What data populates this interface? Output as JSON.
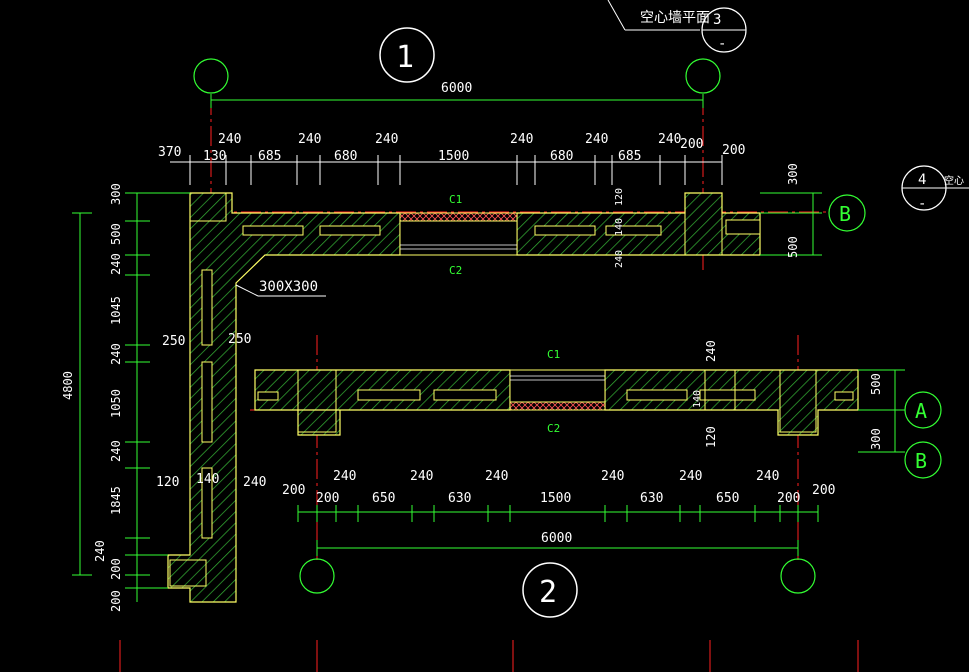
{
  "title_block": {
    "label": "空心墙平面",
    "number": "3",
    "sub": "-"
  },
  "side_ref": {
    "number": "4",
    "sub": "-",
    "label": "空心"
  },
  "grids": {
    "g1": "1",
    "g2": "2",
    "gA": "A",
    "gB1": "B",
    "gB2": "B"
  },
  "top_dims": {
    "overall": "6000",
    "row1": [
      "240",
      "240",
      "240",
      "240",
      "240",
      "240",
      "200"
    ],
    "row2": [
      "370",
      "130",
      "685",
      "680",
      "1500",
      "680",
      "685",
      "200"
    ]
  },
  "bottom_dims": {
    "overall": "6000",
    "row1": [
      "240",
      "240",
      "240",
      "240",
      "240",
      "240"
    ],
    "row2": [
      "200",
      "200",
      "650",
      "630",
      "1500",
      "630",
      "650",
      "200",
      "200"
    ]
  },
  "left_dims": {
    "overall": "4800",
    "segments": [
      "300",
      "500",
      "240",
      "1045",
      "240",
      "1050",
      "240",
      "1845",
      "240",
      "200",
      "200"
    ]
  },
  "right_dims": {
    "top": [
      "300",
      "500"
    ],
    "bottom": [
      "500",
      "300"
    ]
  },
  "labels": {
    "corner": "300X300",
    "c1_top": "C1",
    "c2_top": "C2",
    "c1_bot": "C1",
    "c2_bot": "C2",
    "w250a": "250",
    "w250b": "250",
    "w120": "120",
    "w140": "140",
    "w240": "240",
    "mid_240": "240",
    "mid_120": "120",
    "mid_140": "140",
    "top_120": "120",
    "top_140": "140",
    "top_240": "240"
  },
  "colors": {
    "background": "#000000",
    "dim_line": "#33ff33",
    "grid_line": "#ff2020",
    "wall": "#ffff66",
    "hatch": "#33cc33",
    "text": "#ffffff",
    "cut": "#ff4444"
  }
}
